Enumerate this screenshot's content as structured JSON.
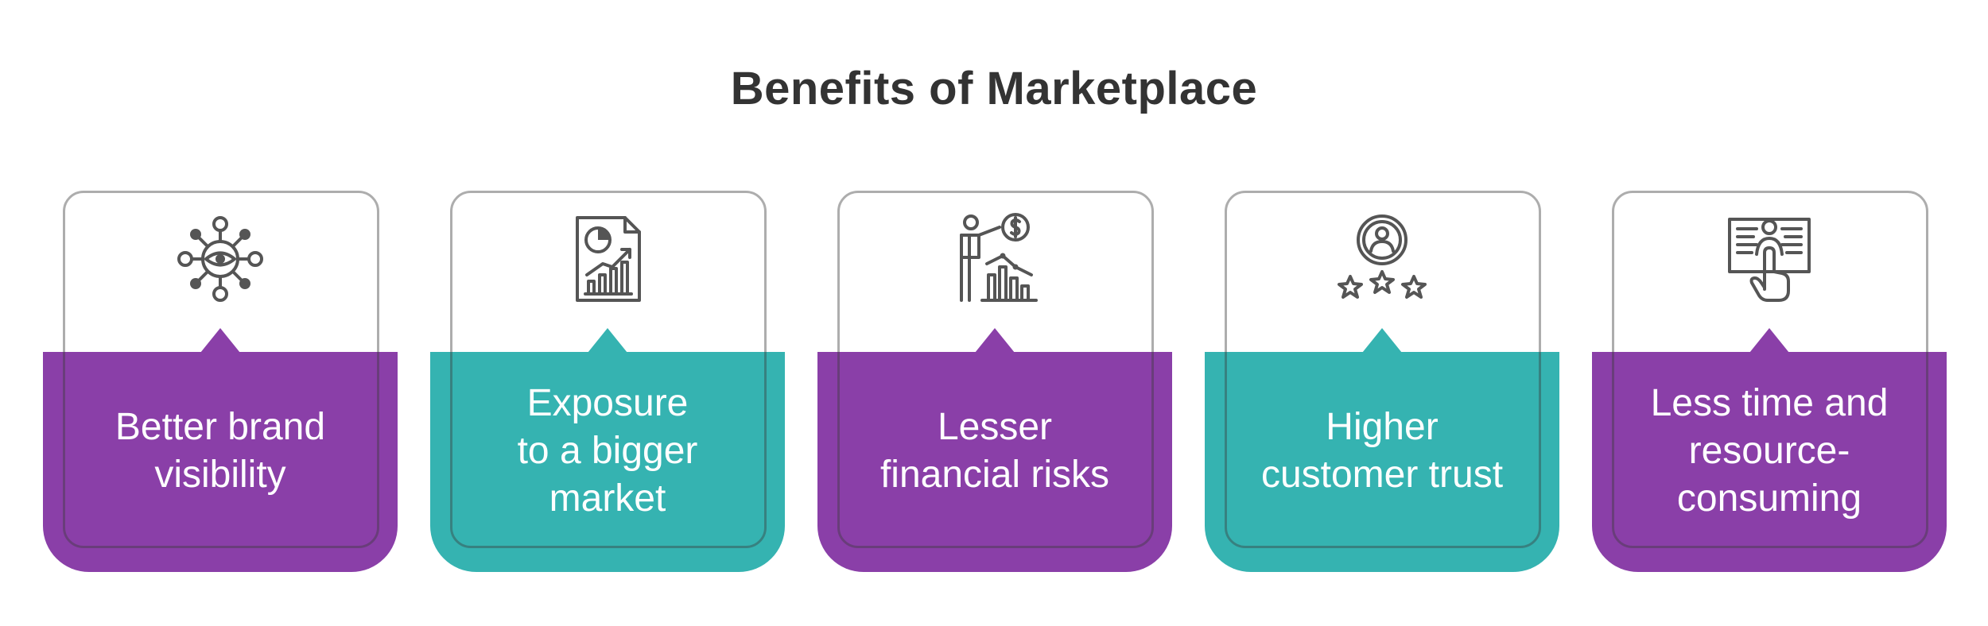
{
  "title": "Benefits of Marketplace",
  "colors": {
    "purple": "#8a3fa8",
    "teal": "#35b3b1",
    "title": "#333333",
    "icon": "#555555"
  },
  "cards": [
    {
      "label": "Better brand\nvisibility",
      "icon": "eye-network-icon",
      "color": "purple"
    },
    {
      "label": "Exposure\nto a bigger\nmarket",
      "icon": "growth-report-icon",
      "color": "teal"
    },
    {
      "label": "Lesser\nfinancial risks",
      "icon": "finance-presenter-icon",
      "color": "purple"
    },
    {
      "label": "Higher\ncustomer trust",
      "icon": "customer-rating-icon",
      "color": "teal"
    },
    {
      "label": "Less time and\nresource-\nconsuming",
      "icon": "user-touch-screen-icon",
      "color": "purple"
    }
  ]
}
